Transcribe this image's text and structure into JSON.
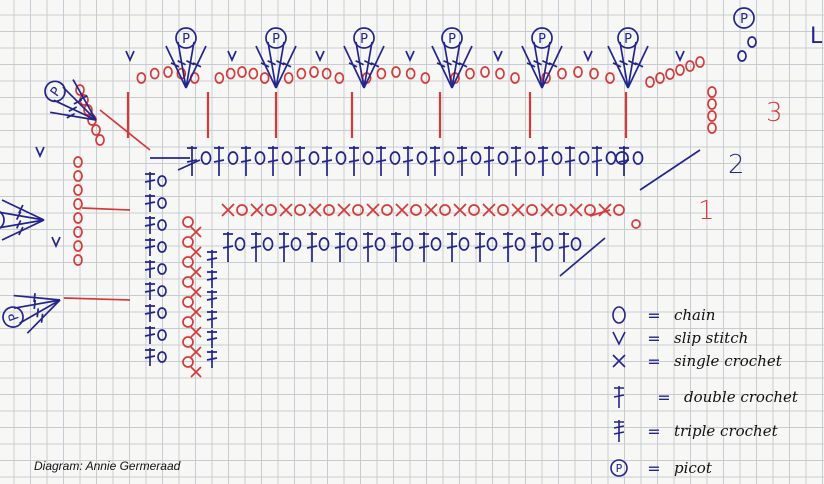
{
  "diagram": {
    "row_numbers": [
      "1",
      "2",
      "3"
    ],
    "colors": {
      "blue_ink": "#23258c",
      "red_ink": "#d43a3a",
      "grid": "#c8ccd2",
      "paper": "#f7f7f5"
    }
  },
  "legend": [
    {
      "symbol_icon": "chain-icon",
      "equals": "=",
      "label": "chain"
    },
    {
      "symbol_icon": "slip-stitch-icon",
      "equals": "=",
      "label": "slip stitch"
    },
    {
      "symbol_icon": "single-crochet-icon",
      "equals": "=",
      "label": "single crochet"
    },
    {
      "symbol_icon": "double-crochet-icon",
      "equals": "=",
      "label": "double crochet"
    },
    {
      "symbol_icon": "triple-crochet-icon",
      "equals": "=",
      "label": "triple crochet"
    },
    {
      "symbol_icon": "picot-icon",
      "equals": "=",
      "label": "picot"
    }
  ],
  "credit": "Diagram: Annie Germeraad",
  "corner_mark": "L"
}
